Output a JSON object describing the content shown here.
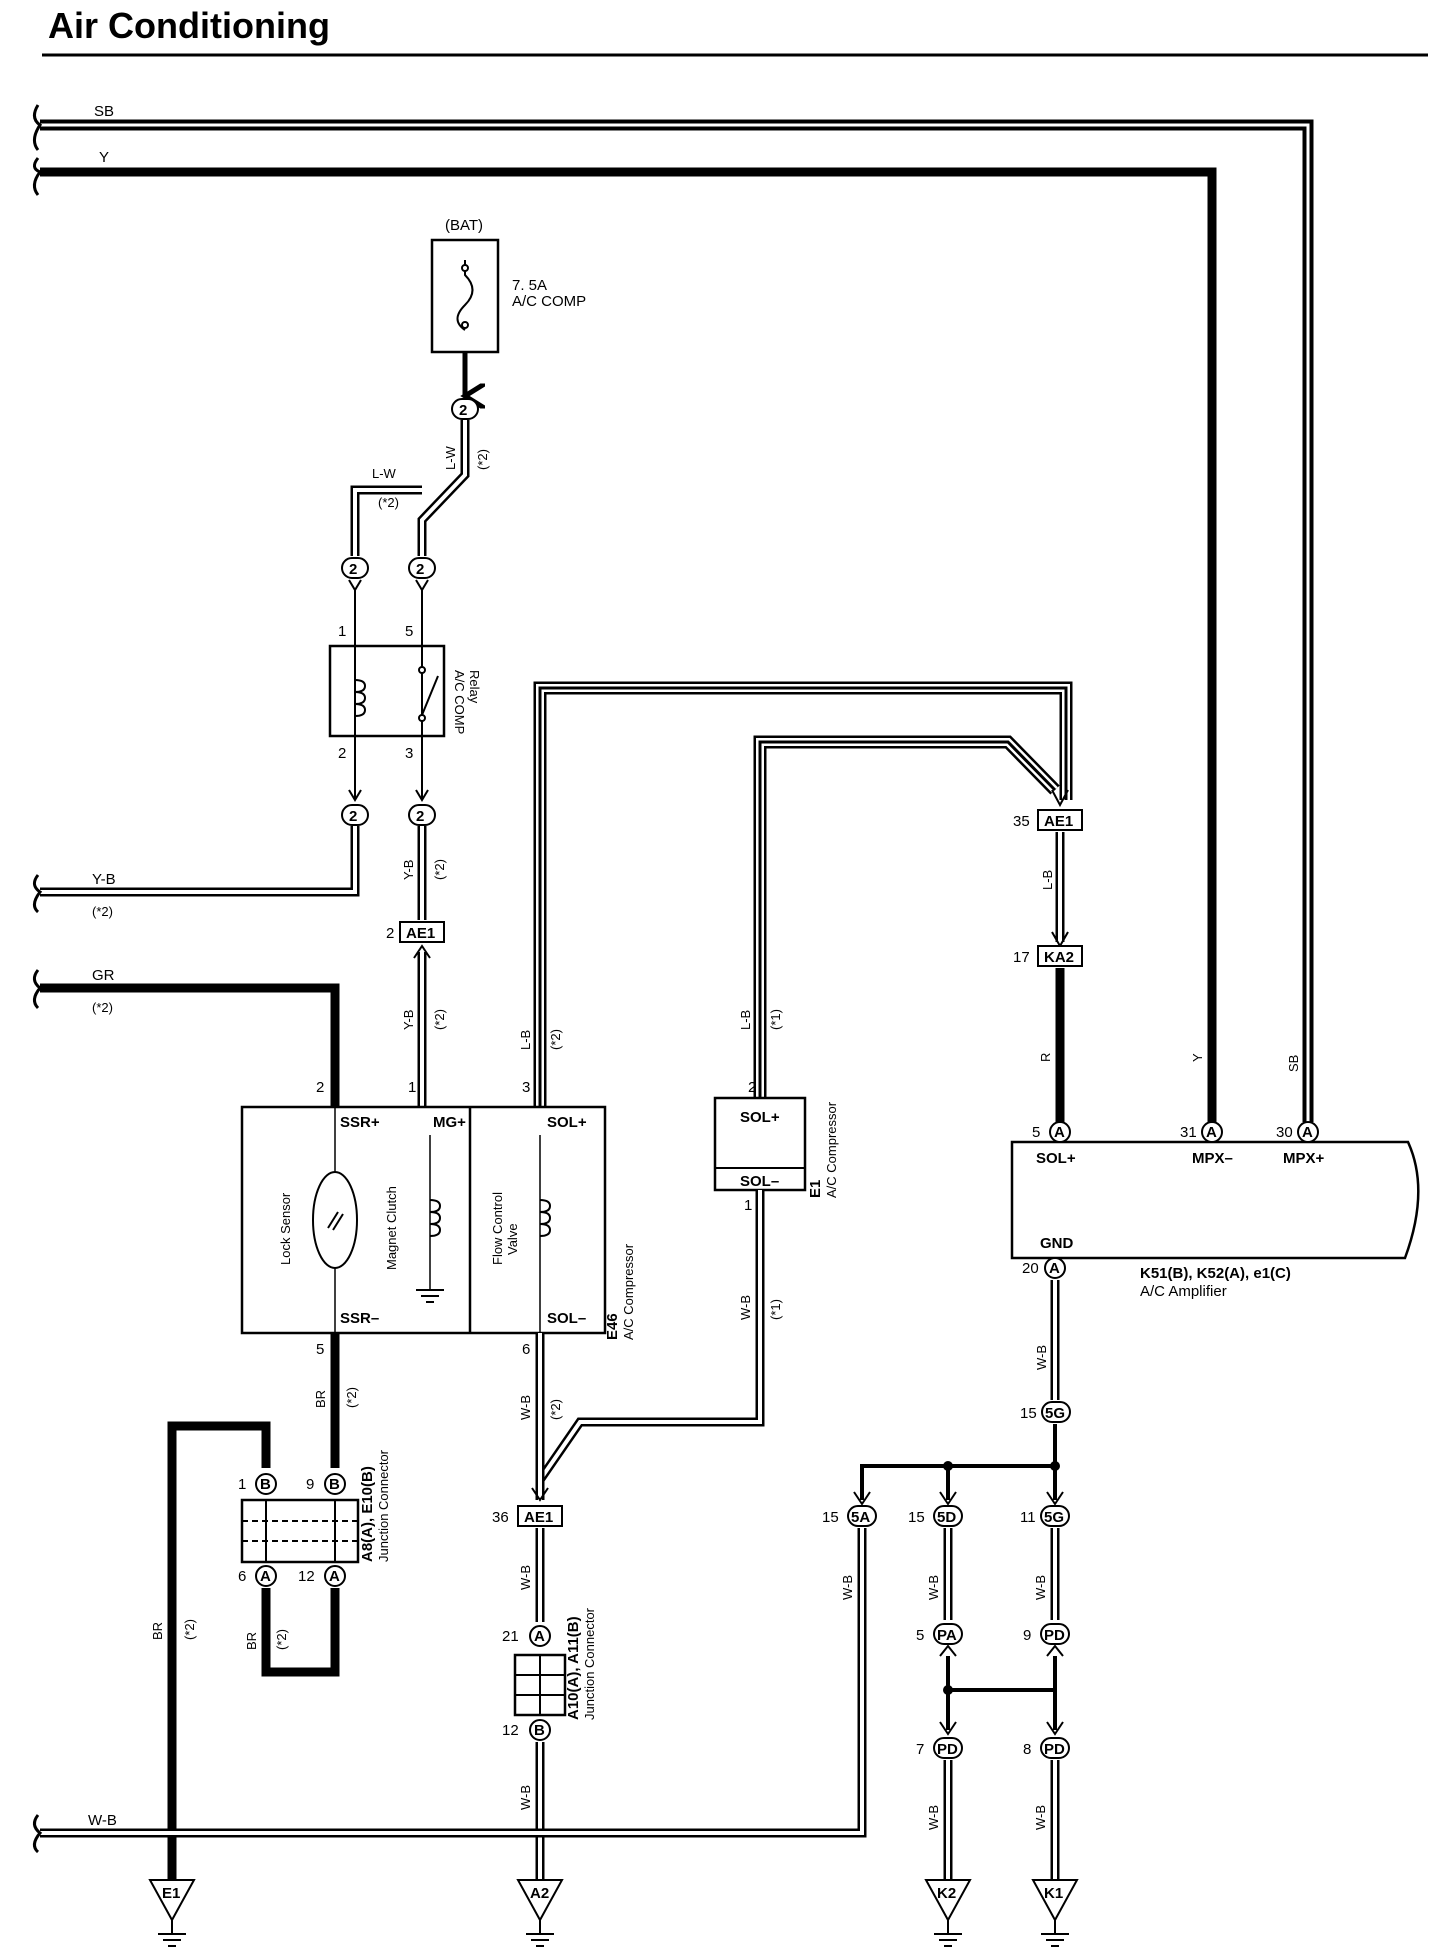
{
  "header": {
    "title": "Air Conditioning"
  },
  "bus_wires": {
    "sb": "SB",
    "y": "Y"
  },
  "fuse": {
    "source": "(BAT)",
    "rating": "7. 5A",
    "name": "A/C COMP"
  },
  "relay": {
    "name": "A/C COMP",
    "sub": "Relay",
    "pin1": "1",
    "pin5": "5",
    "pin2": "2",
    "pin3": "3"
  },
  "left_wires": {
    "yb": "Y-B",
    "gr": "GR",
    "wb": "W-B",
    "note": "(*2)"
  },
  "compressor_e46": {
    "id": "E46",
    "name": "A/C Compressor",
    "ssr_plus": "SSR+",
    "mg_plus": "MG+",
    "sol_plus": "SOL+",
    "ssr_minus": "SSR–",
    "sol_minus": "SOL–",
    "lock_sensor": "Lock Sensor",
    "magnet_clutch": "Magnet Clutch",
    "flow_valve_1": "Flow Control",
    "flow_valve_2": "Valve",
    "pin2": "2",
    "pin1": "1",
    "pin3": "3",
    "pin5": "5",
    "pin6": "6"
  },
  "compressor_e1": {
    "id": "E1",
    "name": "A/C Compressor",
    "sol_plus": "SOL+",
    "sol_minus": "SOL–",
    "pin2": "2",
    "pin1": "1"
  },
  "amplifier": {
    "name": "K51(B), K52(A), e1(C)",
    "sub": "A/C Amplifier",
    "sol_plus": "SOL+",
    "mpx_minus": "MPX–",
    "mpx_plus": "MPX+",
    "gnd": "GND",
    "pin5": "5",
    "pin31": "31",
    "pin30": "30",
    "pin20": "20",
    "conn": "A"
  },
  "junction_a8": {
    "name": "A8(A), E10(B)",
    "sub": "Junction Connector",
    "p1": "1",
    "p9": "9",
    "p6": "6",
    "p12": "12",
    "b": "B",
    "a": "A"
  },
  "junction_a10": {
    "name": "A10(A), A11(B)",
    "sub": "Junction Connector",
    "p21": "21",
    "p12": "12",
    "a": "A",
    "b": "B"
  },
  "connectors": {
    "c2": "2",
    "ae1": "AE1",
    "ka2": "KA2",
    "n35": "35",
    "n17": "17",
    "n36": "36",
    "c5g": "5G",
    "c5a": "5A",
    "c5d": "5D",
    "cpa": "PA",
    "cpd": "PD",
    "n15": "15",
    "n11": "11",
    "n5": "5",
    "n9": "9",
    "n7": "7",
    "n8": "8"
  },
  "wire_labels": {
    "lw": "L-W",
    "lb": "L-B",
    "r": "R",
    "wb": "W-B",
    "br": "BR",
    "yb": "Y-B",
    "y": "Y",
    "sb": "SB",
    "n1": "(*1)",
    "n2": "(*2)"
  },
  "grounds": {
    "e1": "E1",
    "a2": "A2",
    "k2": "K2",
    "k1": "K1"
  }
}
